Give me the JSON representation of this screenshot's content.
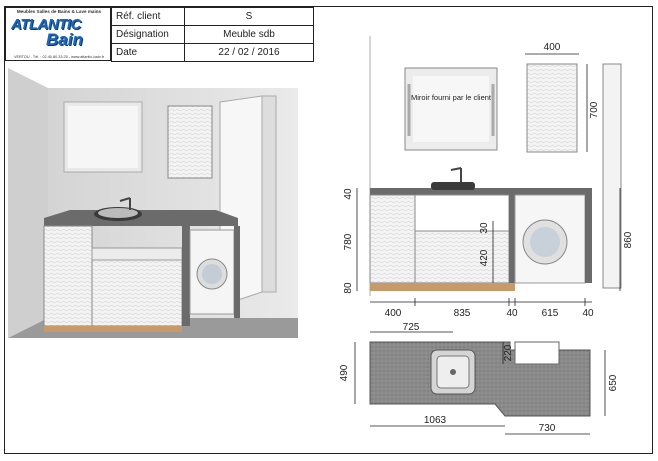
{
  "logo": {
    "tagline": "Meubles Salles de Bains & Lave mains",
    "brand_line1": "ATLANTIC",
    "brand_line2": "Bain",
    "contact": "VERTOU - Tél. : 02.40.80.33.25 - www.atlantic-bain.fr"
  },
  "info": {
    "ref_label": "Réf. client",
    "ref_value": "S",
    "designation_label": "Désignation",
    "designation_value": "Meuble sdb",
    "date_label": "Date",
    "date_value": "22 / 02 / 2016"
  },
  "elevation": {
    "mirror_note": "Miroir fourni par le client",
    "dims": {
      "cabinet_width": "400",
      "cabinet_height": "700",
      "top_thickness": "40",
      "base_height": "780",
      "plinth": "80",
      "shelf_gap": "30",
      "shelf_height": "420",
      "tall_height": "860",
      "w_left": "400",
      "w_mid": "835",
      "w_sep": "40",
      "w_washer": "615",
      "w_end": "40"
    }
  },
  "plan": {
    "dims": {
      "basin_offset": "725",
      "depth_left": "490",
      "notch": "220",
      "depth_right": "650",
      "total_left": "1063",
      "total_right": "730"
    }
  }
}
